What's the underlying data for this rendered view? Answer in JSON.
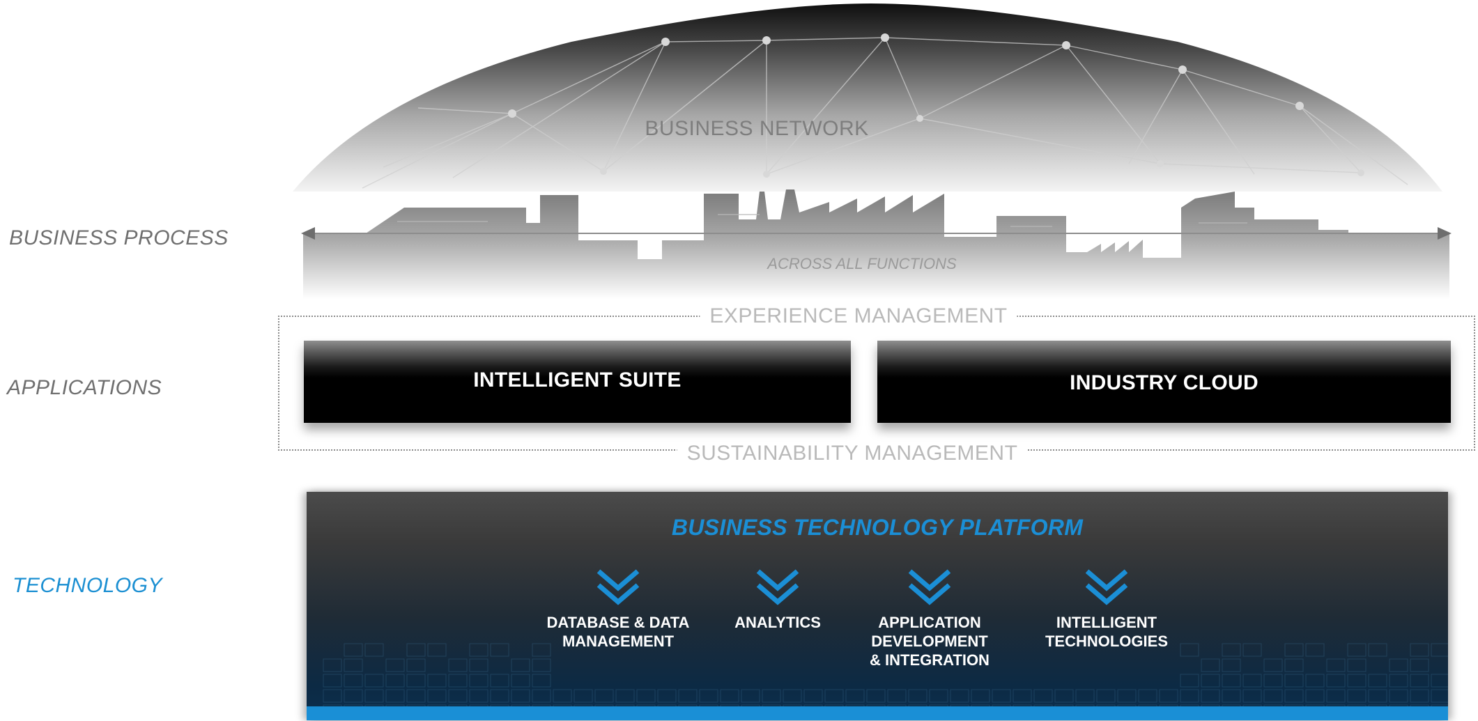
{
  "side_labels": {
    "business_process": "BUSINESS PROCESS",
    "applications": "APPLICATIONS",
    "technology": "TECHNOLOGY"
  },
  "business_network": {
    "label": "BUSINESS NETWORK"
  },
  "process": {
    "label": "ACROSS ALL FUNCTIONS"
  },
  "applications": {
    "top_caption": "EXPERIENCE MANAGEMENT",
    "bottom_caption": "SUSTAINABILITY MANAGEMENT",
    "boxes": [
      "INTELLIGENT SUITE",
      "INDUSTRY CLOUD"
    ]
  },
  "platform": {
    "title": "BUSINESS TECHNOLOGY PLATFORM",
    "items": [
      "DATABASE & DATA\nMANAGEMENT",
      "ANALYTICS",
      "APPLICATION\nDEVELOPMENT\n& INTEGRATION",
      "INTELLIGENT\nTECHNOLOGIES"
    ]
  },
  "colors": {
    "accent_blue": "#1b8fd6",
    "label_gray": "#6f6f6f",
    "caption_gray": "#b9b9b9",
    "box_black": "#000000"
  },
  "icons": {
    "chevron": "double-chevron-down-icon",
    "arrows": "double-arrow-icon"
  }
}
